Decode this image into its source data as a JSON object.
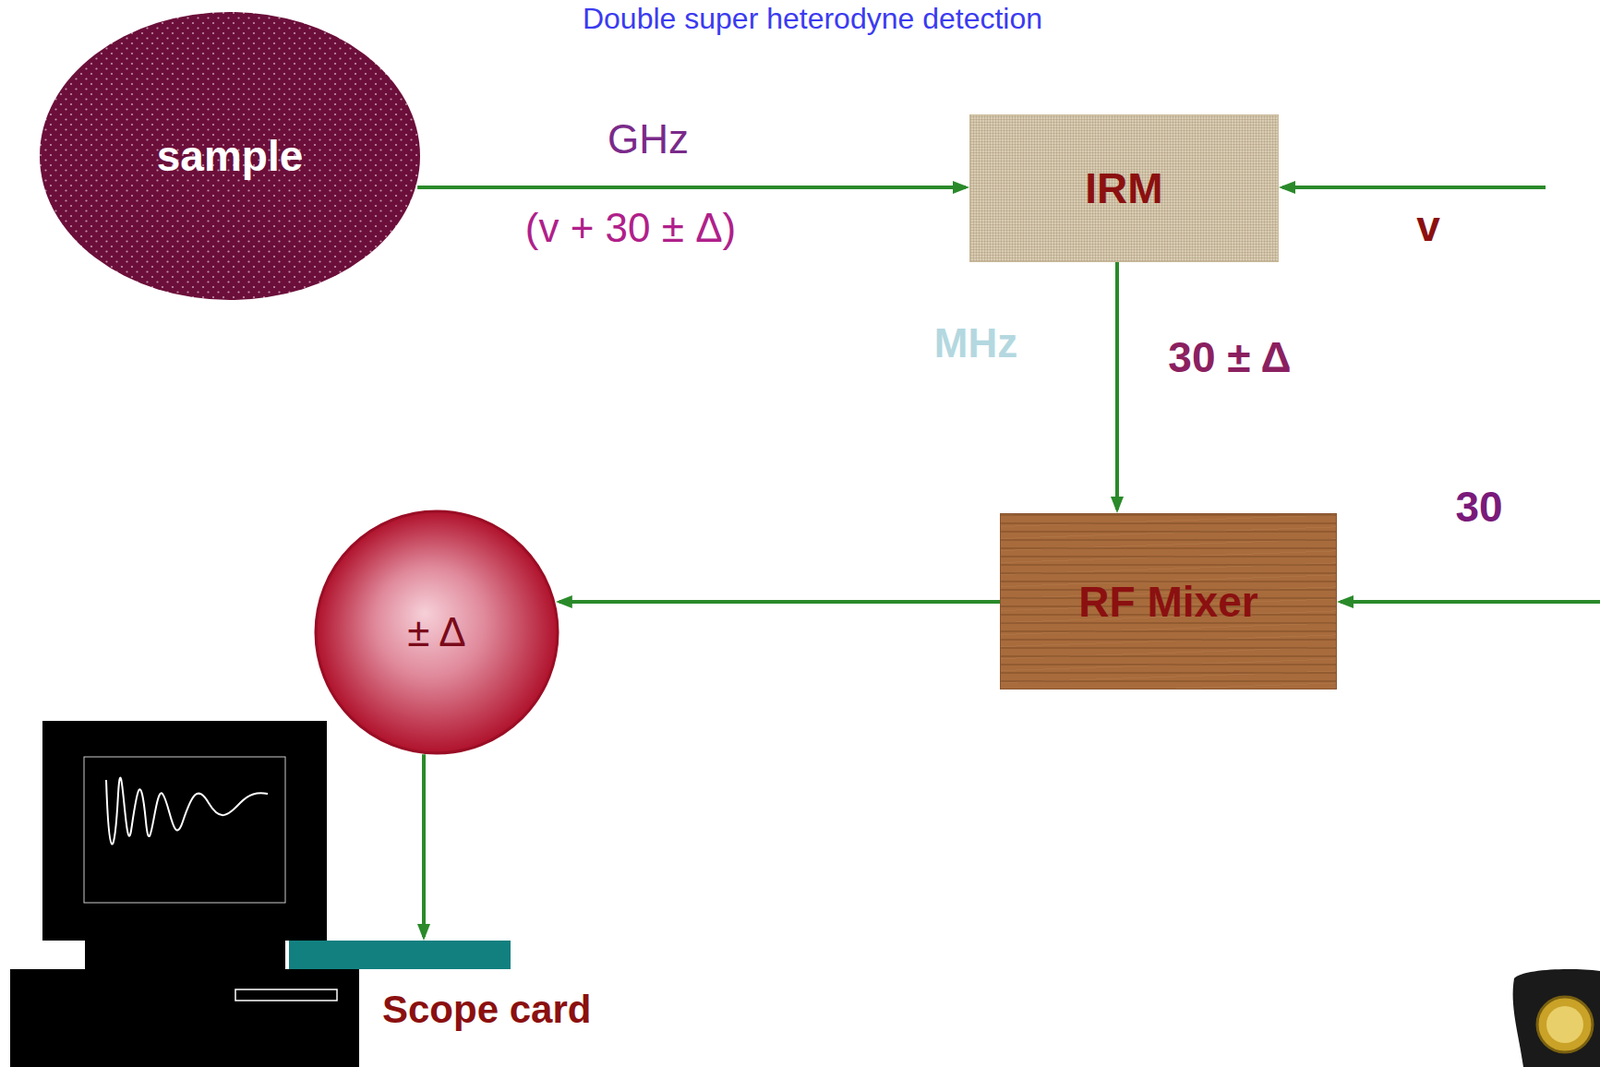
{
  "diagram": {
    "title": "Double super heterodyne detection",
    "nodes": [
      {
        "text": [
          "sample"
        ]
      },
      {
        "text": [
          "IRM"
        ]
      },
      {
        "text": [
          "RF Mixer"
        ]
      },
      {
        "text": [
          "± Δ"
        ]
      },
      {
        "text": [
          "Scope card"
        ]
      }
    ],
    "edges": [
      {
        "from": 0,
        "to": 1,
        "arrow": "to"
      },
      {
        "from": 1,
        "to": 2,
        "arrow": "to"
      },
      {
        "from": 2,
        "to": 3,
        "arrow": "to"
      },
      {
        "from": 3,
        "to": 4,
        "arrow": "to"
      }
    ],
    "labels": [
      "GHz",
      "(v + 30 ± Δ)",
      "v",
      "MHz",
      "30 ± Δ",
      "30"
    ]
  }
}
